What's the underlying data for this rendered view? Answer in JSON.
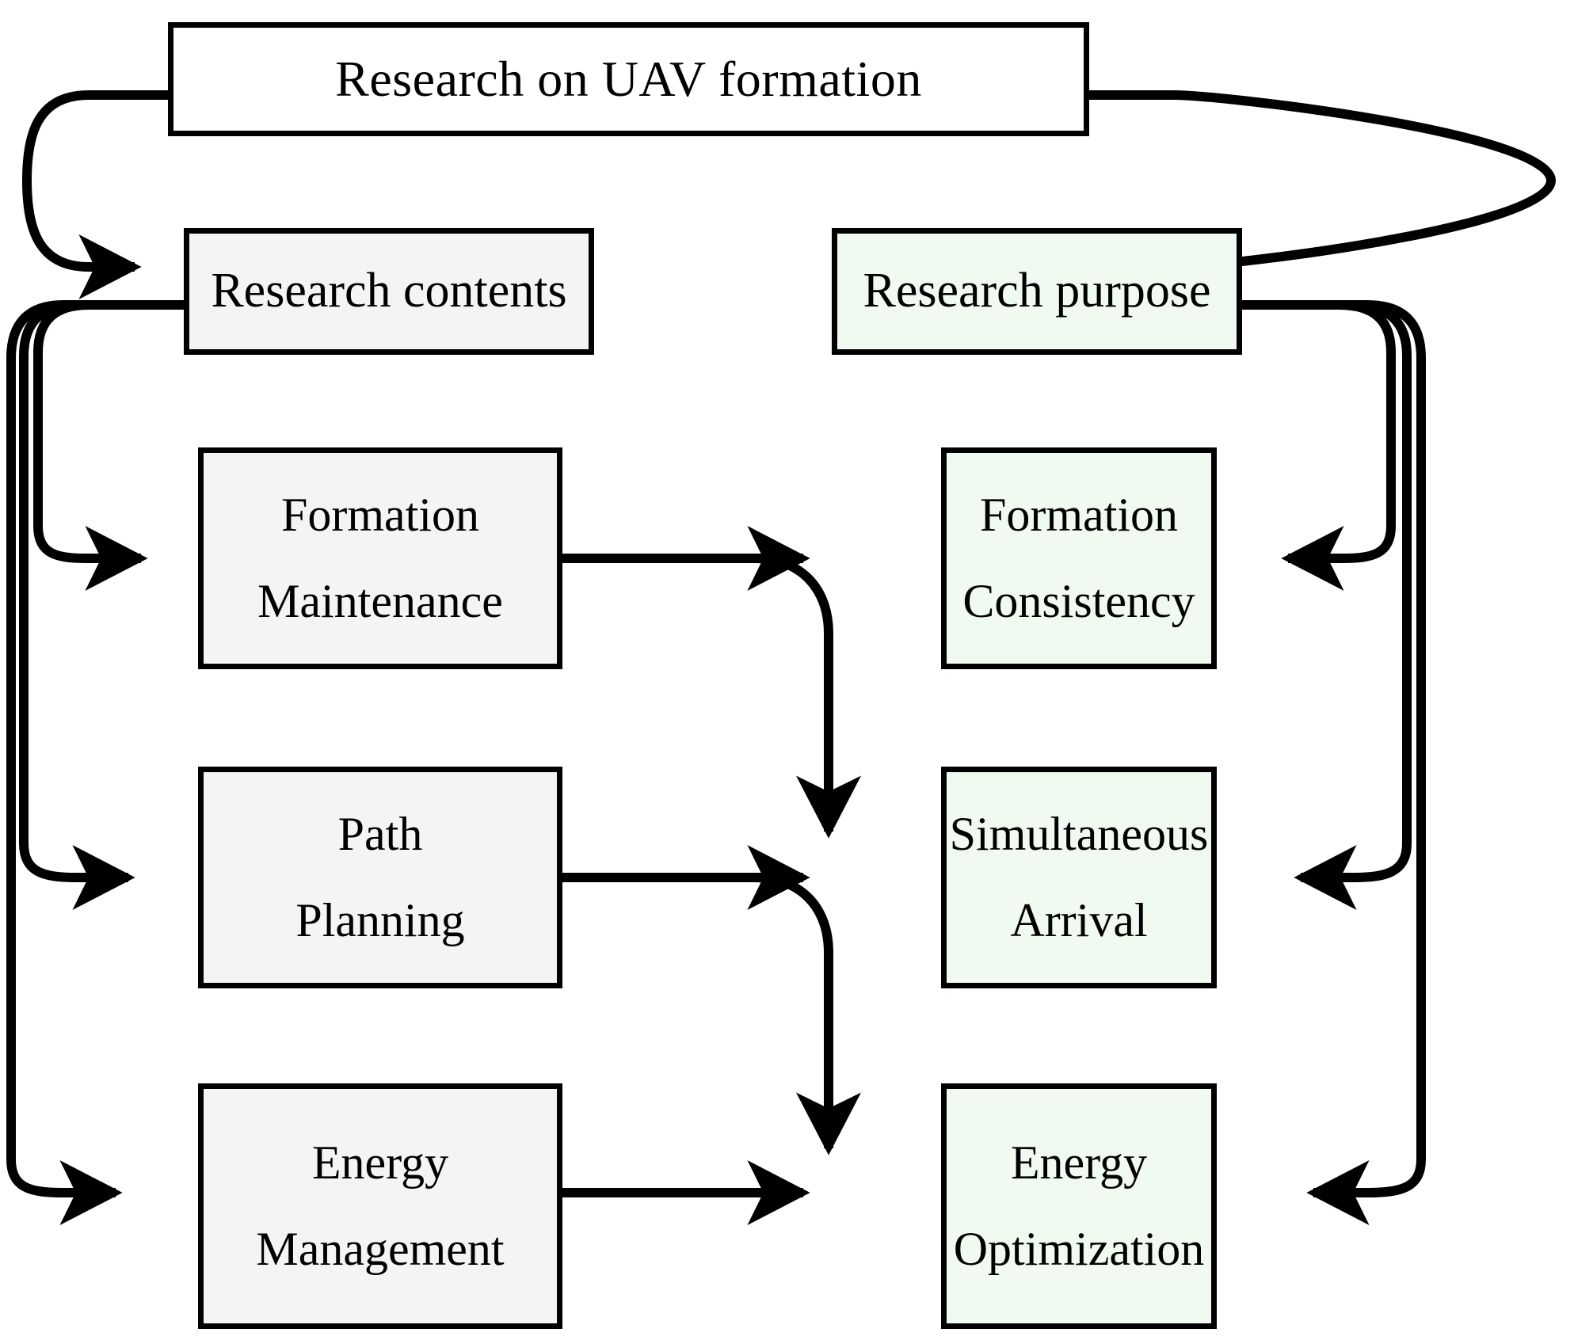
{
  "diagram": {
    "type": "flowchart",
    "title_box": {
      "label": "Research on UAV formation"
    },
    "columns": {
      "left": {
        "header": "Research contents",
        "accent": "#f4f4f4"
      },
      "right": {
        "header": "Research purpose",
        "accent": "#f1faf1"
      }
    },
    "nodes": [
      {
        "id": "title",
        "label": "Research on UAV formation",
        "lines": [
          "Research on UAV formation"
        ],
        "fill": "#ffffff"
      },
      {
        "id": "contents",
        "label": "Research contents",
        "lines": [
          "Research contents"
        ],
        "fill": "#f4f4f4"
      },
      {
        "id": "purpose",
        "label": "Research purpose",
        "lines": [
          "Research purpose"
        ],
        "fill": "#f1faf1"
      },
      {
        "id": "fm",
        "label": "Formation Maintenance",
        "lines": [
          "Formation",
          "Maintenance"
        ],
        "fill": "#f4f4f4"
      },
      {
        "id": "fc",
        "label": "Formation Consistency",
        "lines": [
          "Formation",
          "Consistency"
        ],
        "fill": "#f1faf1"
      },
      {
        "id": "pp",
        "label": "Path Planning",
        "lines": [
          "Path",
          "Planning"
        ],
        "fill": "#f4f4f4"
      },
      {
        "id": "sa",
        "label": "Simultaneous Arrival",
        "lines": [
          "Simultaneous",
          "Arrival"
        ],
        "fill": "#f1faf1"
      },
      {
        "id": "em",
        "label": "Energy Management",
        "lines": [
          "Energy",
          "Management"
        ],
        "fill": "#f4f4f4"
      },
      {
        "id": "eo",
        "label": "Energy Optimization",
        "lines": [
          "Energy",
          "Optimization"
        ],
        "fill": "#f1faf1"
      }
    ],
    "edges": [
      {
        "from": "title",
        "to": "contents",
        "style": "curved-left-loop",
        "arrow": "end"
      },
      {
        "from": "title",
        "to": "purpose",
        "style": "curved-right-loop",
        "arrow": "end"
      },
      {
        "from": "contents",
        "to": "fm",
        "style": "curved-left-bus",
        "arrow": "end"
      },
      {
        "from": "contents",
        "to": "pp",
        "style": "curved-left-bus",
        "arrow": "end"
      },
      {
        "from": "contents",
        "to": "em",
        "style": "curved-left-bus",
        "arrow": "end"
      },
      {
        "from": "purpose",
        "to": "fc",
        "style": "curved-right-bus",
        "arrow": "end"
      },
      {
        "from": "purpose",
        "to": "sa",
        "style": "curved-right-bus",
        "arrow": "end"
      },
      {
        "from": "purpose",
        "to": "eo",
        "style": "curved-right-bus",
        "arrow": "end"
      },
      {
        "from": "fm",
        "to": "fc",
        "style": "straight",
        "arrow": "end"
      },
      {
        "from": "fm",
        "to": "sa",
        "style": "elbow-down",
        "arrow": "end"
      },
      {
        "from": "pp",
        "to": "sa",
        "style": "straight",
        "arrow": "end"
      },
      {
        "from": "pp",
        "to": "eo",
        "style": "elbow-down",
        "arrow": "end"
      },
      {
        "from": "em",
        "to": "eo",
        "style": "straight",
        "arrow": "end"
      }
    ],
    "stroke_color": "#000000",
    "background": "#ffffff"
  }
}
